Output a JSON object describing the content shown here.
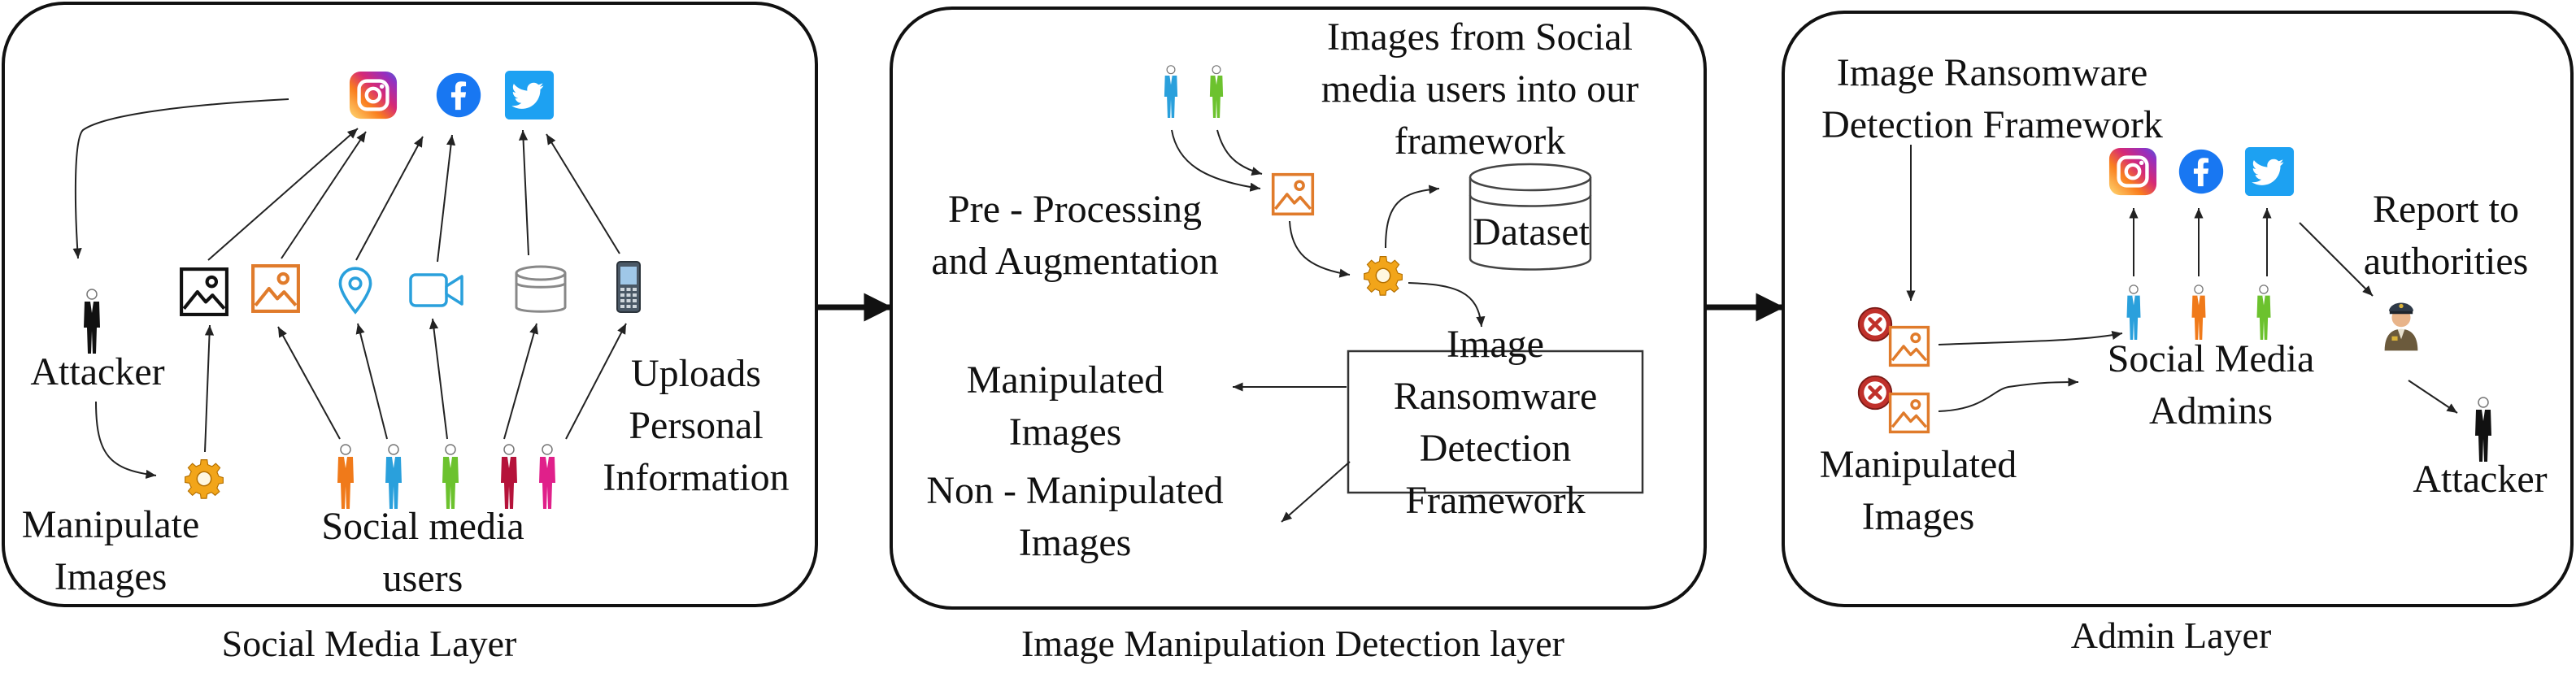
{
  "layers": {
    "social": {
      "caption": "Social Media Layer",
      "attacker_label": "Attacker",
      "manipulate_label": [
        "Manipulate",
        "Images"
      ],
      "users_label": [
        "Social media",
        "users"
      ],
      "uploads_label": [
        "Uploads",
        "Personal",
        "Information"
      ]
    },
    "detection": {
      "caption": "Image Manipulation Detection layer",
      "images_from_label": [
        "Images from Social",
        "media users into our",
        "framework"
      ],
      "preprocess_label": [
        "Pre - Processing",
        "and Augmentation"
      ],
      "dataset_label": "Dataset",
      "framework_label": [
        "Image",
        "Ransomware",
        "Detection",
        "Framework"
      ],
      "manipulated_label": [
        "Manipulated",
        "Images"
      ],
      "non_manipulated_label": [
        "Non - Manipulated",
        "Images"
      ]
    },
    "admin": {
      "caption": "Admin Layer",
      "framework_label": [
        "Image Ransomware",
        "Detection Framework"
      ],
      "report_label": [
        "Report to",
        "authorities"
      ],
      "admins_label": [
        "Social Media",
        "Admins"
      ],
      "manipulated_label": [
        "Manipulated",
        "Images"
      ],
      "attacker_label": "Attacker"
    }
  },
  "icons": {
    "instagram": "instagram-icon",
    "facebook": "facebook-icon",
    "twitter": "twitter-icon",
    "image": "image-icon",
    "location": "location-pin-icon",
    "video": "video-camera-icon",
    "database": "database-icon",
    "phone": "mobile-phone-icon",
    "gear": "gear-icon",
    "user": "user-icon",
    "error": "error-x-icon",
    "police": "police-officer-icon"
  },
  "colors": {
    "instagram": "#c13584",
    "facebook": "#1877f2",
    "twitter": "#1da1f2",
    "user_orange": "#f07a1a",
    "user_blue": "#2aa0dc",
    "user_green": "#6cc22e",
    "user_red": "#b5123a",
    "user_pink": "#e0208a",
    "image_orange": "#e07b2b",
    "gear": "#f2a51a",
    "error": "#c0312b"
  }
}
